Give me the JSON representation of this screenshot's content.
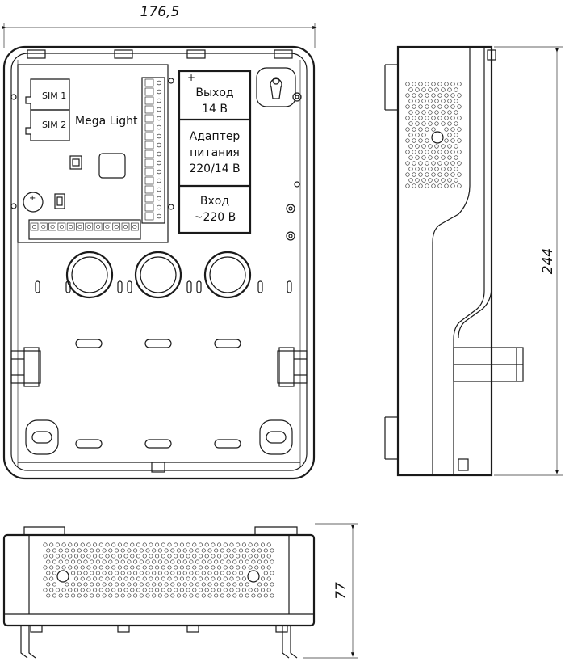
{
  "dimensions": {
    "width": "176,5",
    "height": "244",
    "depth": "77"
  },
  "board": {
    "sim1": "SIM 1",
    "sim2": "SIM 2",
    "name": "Mega Light"
  },
  "labels": {
    "output_plus": "+",
    "output_minus": "-",
    "output_line1": "Выход",
    "output_line2": "14 В",
    "adapter_line1": "Адаптер",
    "adapter_line2": "питания",
    "adapter_line3": "220/14 В",
    "input_line1": "Вход",
    "input_line2": "~220 В",
    "battery_plus": "+"
  },
  "colors": {
    "line": "#1a1a1a",
    "background": "#ffffff"
  }
}
